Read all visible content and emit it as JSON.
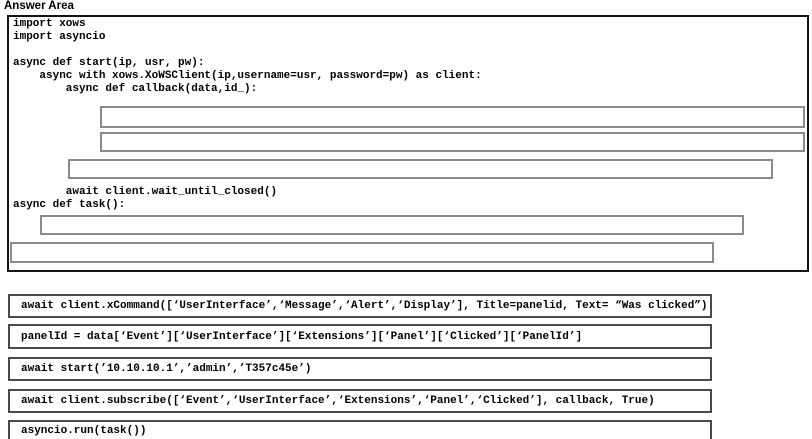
{
  "answer_area": {
    "label": "Answer Area",
    "code_lines": [
      {
        "text": "import xows"
      },
      {
        "text": "import asyncio"
      },
      {
        "text": "async def start(ip, usr, pw):"
      },
      {
        "text": "    async with xows.XoWSClient(ip,username=usr, password=pw) as client:"
      },
      {
        "text": "        async def callback(data,id_):"
      },
      {
        "text": "        await client.wait_until_closed()"
      },
      {
        "text": "async def task():"
      }
    ]
  },
  "options": [
    {
      "text": "await client.xCommand([‘UserInterface’,‘Message’,‘Alert’,‘Display’], Title=panelid, Text= “Was clicked”)"
    },
    {
      "text": "panelId = data[‘Event’][‘UserInterface’][‘Extensions’][‘Panel’][‘Clicked’][‘PanelId’]"
    },
    {
      "text": "await start(’10.10.10.1’,’admin’,’T357c45e’)"
    },
    {
      "text": "await client.subscribe([‘Event’,‘UserInterface’,‘Extensions’,‘Panel’,‘Clicked’], callback, True)"
    },
    {
      "text": "asyncio.run(task())"
    }
  ]
}
